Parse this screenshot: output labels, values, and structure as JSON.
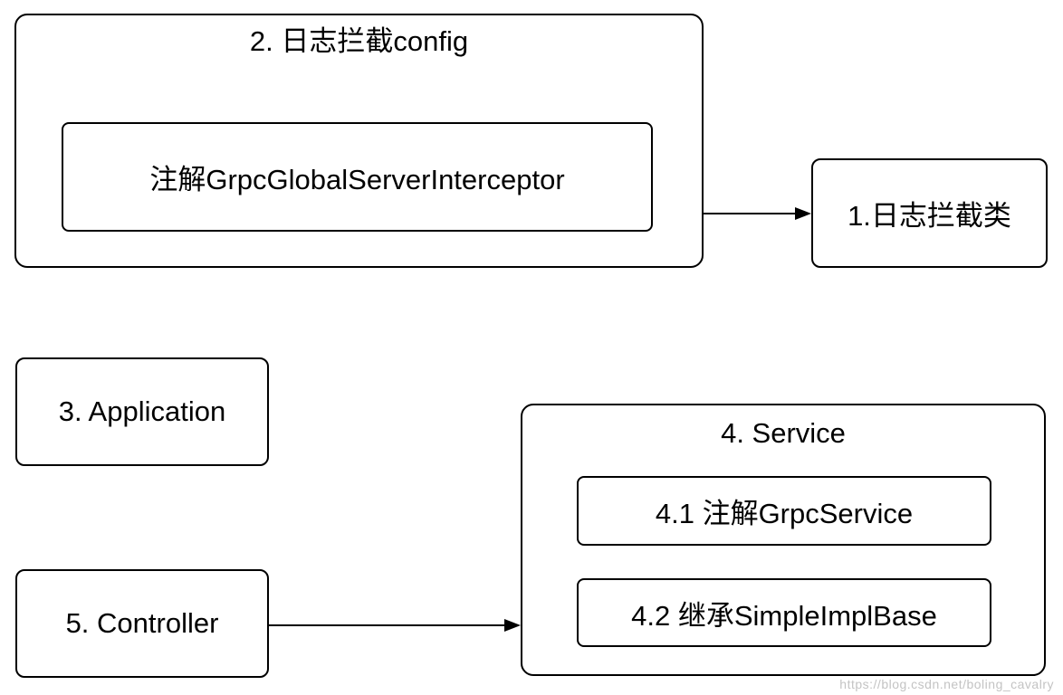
{
  "diagram": {
    "groups": {
      "config": {
        "title": "2. 日志拦截config",
        "children": {
          "interceptor_annotation": "注解GrpcGlobalServerInterceptor"
        }
      },
      "service": {
        "title": "4. Service",
        "children": {
          "grpc_service_annotation": "4.1 注解GrpcService",
          "extend_simple_impl_base": "4.2 继承SimpleImplBase"
        }
      }
    },
    "nodes": {
      "log_interceptor_class": "1.日志拦截类",
      "application": "3. Application",
      "controller": "5. Controller"
    },
    "arrows": [
      {
        "from": "config-group",
        "to": "log_interceptor_class"
      },
      {
        "from": "controller",
        "to": "service-group"
      }
    ],
    "colors": {
      "stroke": "#000000",
      "background": "#ffffff",
      "watermark_text": "#b9b9b9"
    },
    "watermark": "https://blog.csdn.net/boling_cavalry"
  }
}
